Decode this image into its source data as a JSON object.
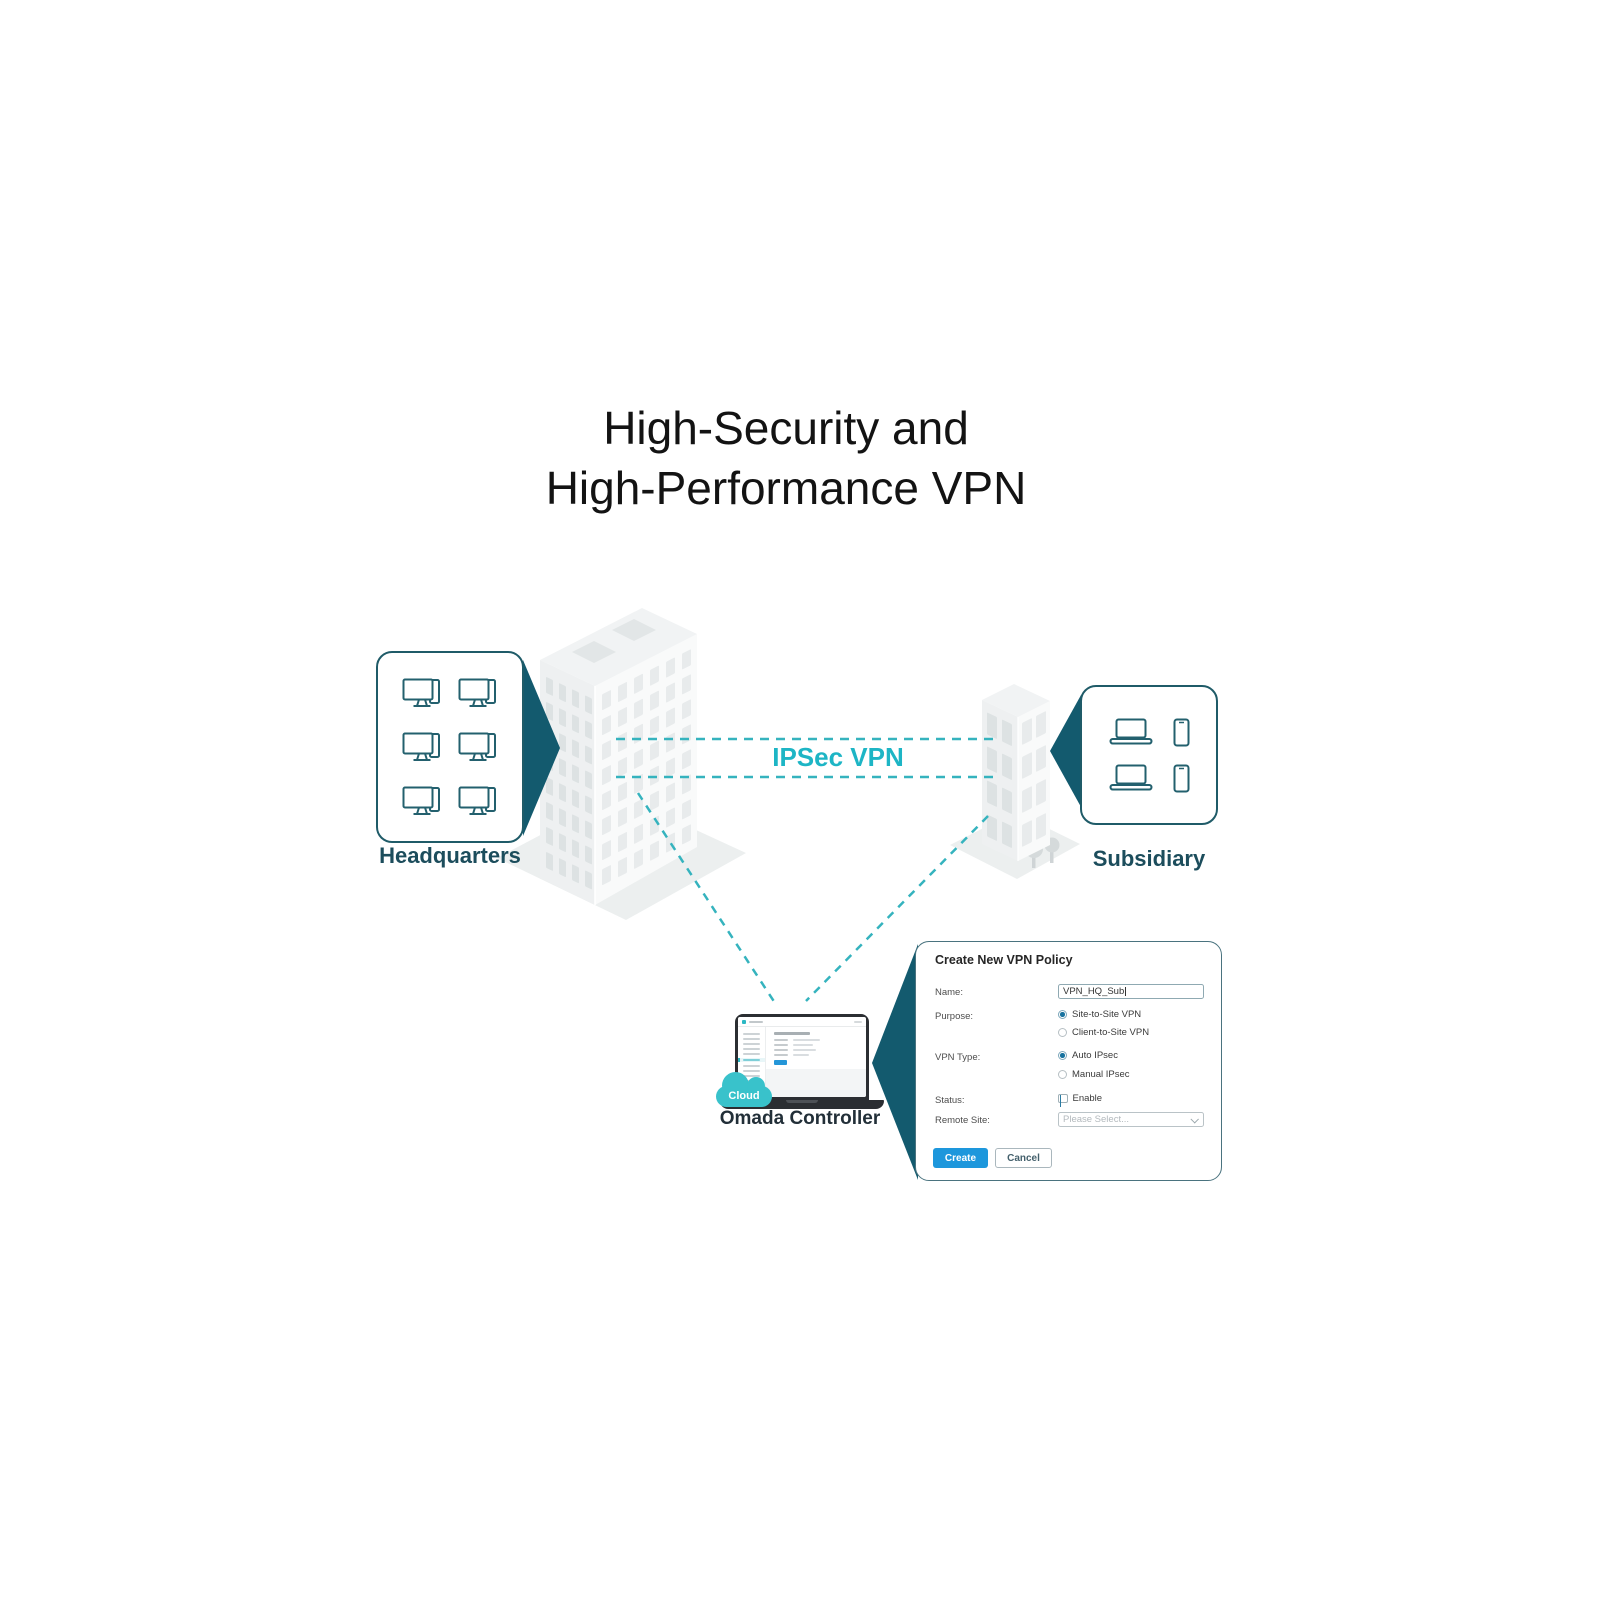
{
  "page": {
    "title_line1": "High-Security and",
    "title_line2": "High-Performance VPN"
  },
  "diagram": {
    "headquarters": {
      "label": "Headquarters"
    },
    "subsidiary": {
      "label": "Subsidiary"
    },
    "tunnel": {
      "label": "IPSec VPN"
    },
    "controller": {
      "label": "Omada Controller",
      "cloud_badge": "Cloud"
    }
  },
  "vpn_dialog": {
    "title": "Create New VPN Policy",
    "name": {
      "label": "Name:",
      "value": "VPN_HQ_Sub"
    },
    "purpose": {
      "label": "Purpose:",
      "options": [
        "Site-to-Site VPN",
        "Client-to-Site VPN"
      ],
      "selected_index": 0
    },
    "vpn_type": {
      "label": "VPN Type:",
      "options": [
        "Auto IPsec",
        "Manual IPsec"
      ],
      "selected_index": 0
    },
    "status": {
      "label": "Status:",
      "option": "Enable",
      "checked": true
    },
    "remote_site": {
      "label": "Remote Site:",
      "placeholder": "Please Select..."
    },
    "create_button": "Create",
    "cancel_button": "Cancel"
  },
  "colors": {
    "teal_dark": "#135a6e",
    "teal_bright": "#1db5c5",
    "site_label": "#1c4d5c",
    "button_blue": "#1d97dc",
    "cloud_teal": "#39c2cb"
  }
}
